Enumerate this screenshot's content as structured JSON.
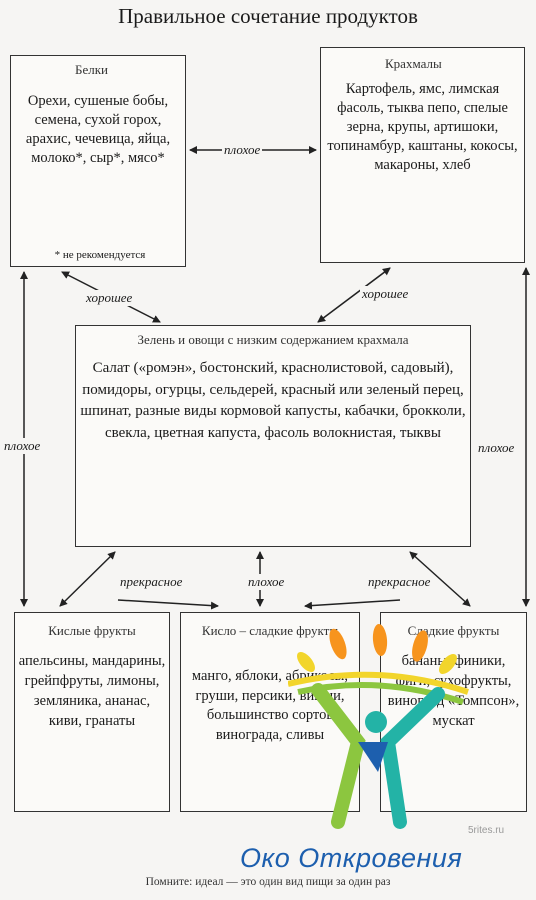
{
  "title": "Правильное сочетание продуктов",
  "boxes": {
    "proteins": {
      "title": "Белки",
      "items": "Орехи, сушеные бобы, семена, сухой горох, арахис, чечевица, яйца, молоко*, сыр*, мясо*",
      "note": "* не рекомендуется"
    },
    "starches": {
      "title": "Крахмалы",
      "items": "Картофель, ямс, лимская фасоль, тыква пепо, спелые зерна, крупы, артишоки, топинамбур, каштаны, кокосы, макароны, хлеб"
    },
    "vegetables": {
      "title": "Зелень и овощи с низким содержанием крахмала",
      "items": "Салат («ромэн», бостонский, краснолистовой, садовый), помидоры, огурцы, сельдерей, красный или зеленый перец, шпинат, разные виды кормовой капусты, кабачки, брокколи, свекла, цветная капуста, фасоль волокнистая, тыквы"
    },
    "acid_fruits": {
      "title": "Кислые фрукты",
      "items": "апельсины, мандарины, грейпфруты, лимоны, земляника, ананас, киви, гранаты"
    },
    "semi_acid_fruits": {
      "title": "Кисло – сладкие фрукты",
      "items": "манго, яблоки, абрикосы, груши, персики, вишни, большинство сортов винограда, сливы"
    },
    "sweet_fruits": {
      "title": "Сладкие фрукты",
      "items": "бананы, финики, фиги, сухофрукты, виноград «Томпсон», мускат"
    }
  },
  "labels": {
    "proteins_starches": "плохое",
    "proteins_veg": "хорошее",
    "starches_veg": "хорошее",
    "left_side": "плохое",
    "right_side": "плохое",
    "veg_acid": "прекрасное",
    "veg_semi": "плохое",
    "veg_sweet": "прекрасное"
  },
  "footer": "Помните: идеал — это один вид пищи за один раз",
  "watermark": {
    "brand": "Око Откровения",
    "site": "5rites.ru"
  },
  "colors": {
    "logo_green": "#8cc63f",
    "logo_blue": "#1d5fae",
    "logo_orange": "#f7941d",
    "logo_yellow": "#f2d52b",
    "logo_teal": "#23b3a6"
  }
}
